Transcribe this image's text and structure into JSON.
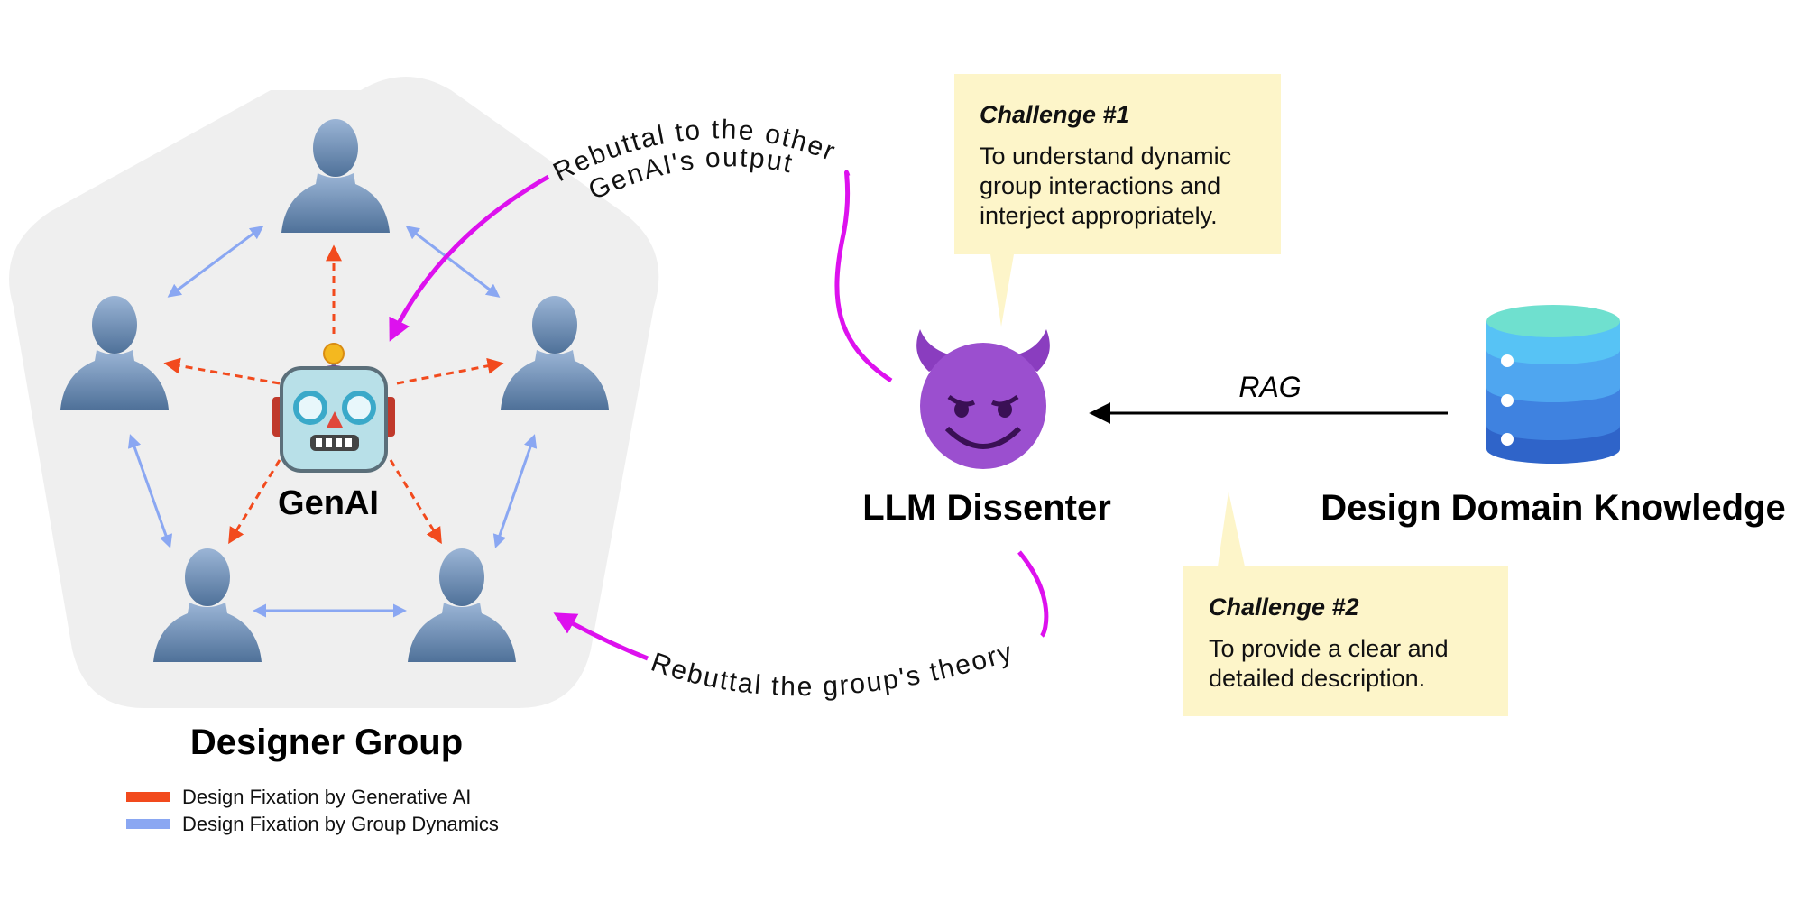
{
  "designer_group": {
    "title": "Designer Group",
    "genai_label": "GenAI"
  },
  "legend": {
    "items": [
      {
        "label": "Design Fixation by Generative AI",
        "color": "#f24a1d"
      },
      {
        "label": "Design Fixation by Group Dynamics",
        "color": "#8aa7f2"
      }
    ]
  },
  "dissenter": {
    "label": "LLM Dissenter",
    "icon": "smiling-devil-icon"
  },
  "knowledge": {
    "label": "Design Domain Knowledge",
    "icon": "database-icon"
  },
  "rag_label": "RAG",
  "rebuttals": {
    "top": "Rebuttal to the other GenAI's output",
    "bottom": "Rebuttal the group's theory"
  },
  "challenges": [
    {
      "title": "Challenge #1",
      "text": "To understand dynamic group interactions and interject appropriately."
    },
    {
      "title": "Challenge #2",
      "text": "To provide a clear and detailed description."
    }
  ],
  "colors": {
    "rebuttal": "#dd11ee",
    "genai_fixation": "#f24a1d",
    "group_fixation": "#8aa7f2",
    "callout_bg": "#fdf5c9",
    "group_bg": "#efefef",
    "person": "#5f84ad"
  }
}
